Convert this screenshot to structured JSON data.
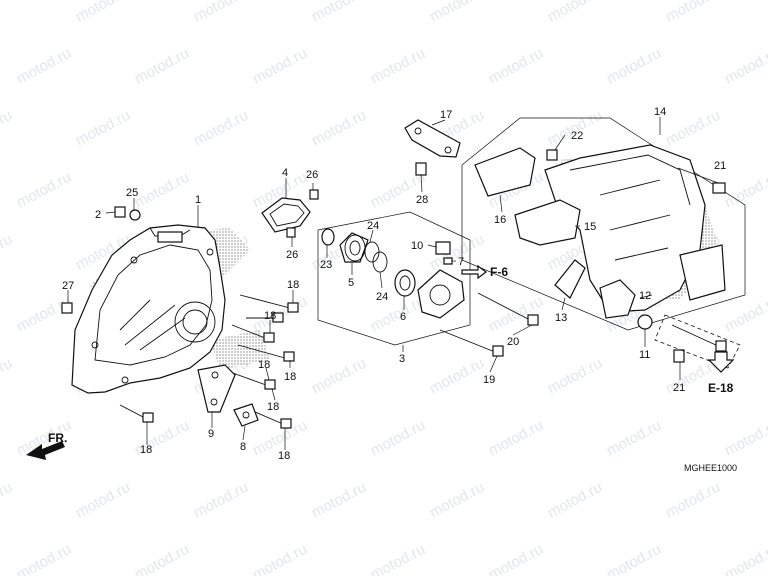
{
  "diagram": {
    "code": "MGHEE1000",
    "watermark": "motod.ru",
    "refs": {
      "front": "FR.",
      "f6": "F-6",
      "e18": "E-18"
    },
    "labels": {
      "l1": "1",
      "l2": "2",
      "l3": "3",
      "l4": "4",
      "l5": "5",
      "l6": "6",
      "l7": "7",
      "l8": "8",
      "l9": "9",
      "l10": "10",
      "l11": "11",
      "l12": "12",
      "l13": "13",
      "l14": "14",
      "l15": "15",
      "l16": "16",
      "l17": "17",
      "l18a": "18",
      "l18b": "18",
      "l18c": "18",
      "l18d": "18",
      "l18e": "18",
      "l18f": "18",
      "l18g": "18",
      "l19": "19",
      "l20": "20",
      "l21a": "21",
      "l21b": "21",
      "l22": "22",
      "l23": "23",
      "l24a": "24",
      "l24b": "24",
      "l25": "25",
      "l26a": "26",
      "l26b": "26",
      "l27": "27",
      "l28": "28"
    }
  }
}
